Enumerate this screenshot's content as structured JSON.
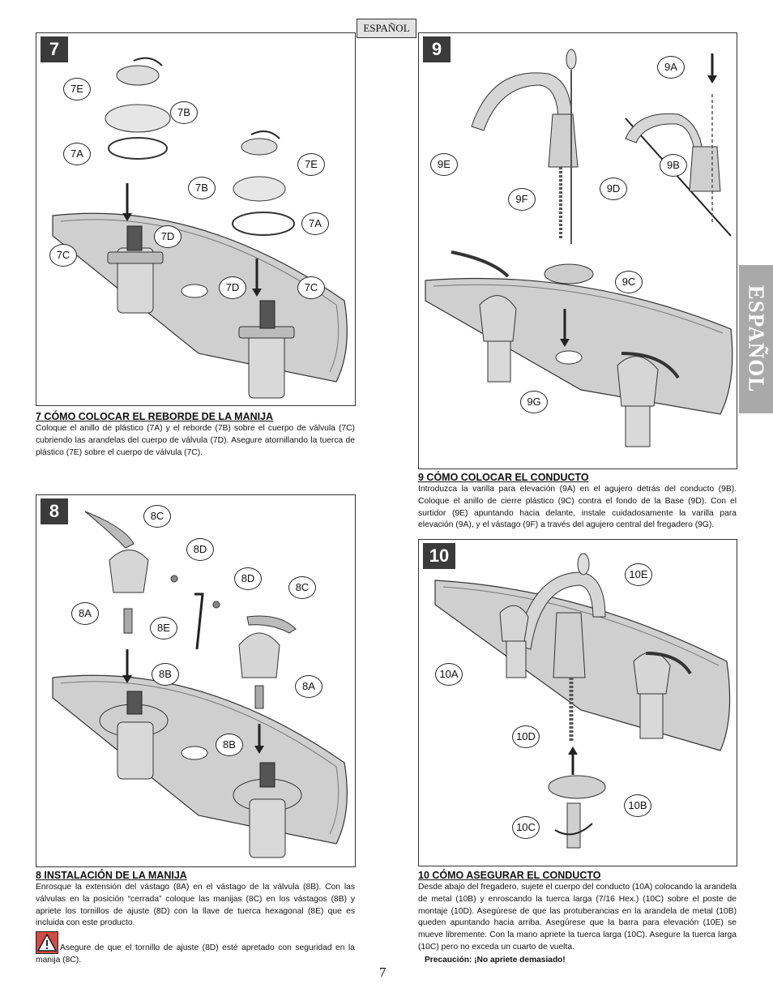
{
  "header": {
    "language_tag": "ESPAÑOL"
  },
  "side_tab": {
    "label": "ESPAÑOL"
  },
  "page_number": "7",
  "steps": {
    "s7": {
      "number": "7",
      "heading": "7  CÓMO COLOCAR EL REBORDE DE LA MANIJA",
      "body": "Coloque el anillo de plástico (7A) y el reborde (7B) sobre el cuerpo de válvula (7C) cubriendo las arandelas del cuerpo de válvula (7D). Asegure atornillando la tuerca de plástico (7E) sobre el cuerpo de válvula (7C).",
      "callouts": [
        "7E",
        "7B",
        "7A",
        "7C",
        "7D",
        "7E",
        "7B",
        "7A",
        "7D",
        "7C"
      ]
    },
    "s8": {
      "number": "8",
      "heading": "8  INSTALACIÓN DE LA MANIJA",
      "body": "Enrosque la extensión del vástago (8A) en el vástago de la válvula (8B). Con las válvulas en la posición “cerrada” coloque las manijas (8C) en los vástagos (8B) y apriete los tornillos de ajuste (8D) con la llave de tuerca hexagonal (8E) que es incluida con este producto.",
      "warning": "Asegure de que el tornillo de ajuste (8D) esté apretado con seguridad en la manija (8C).",
      "callouts": [
        "8C",
        "8D",
        "8D",
        "8C",
        "8A",
        "8E",
        "8B",
        "8A",
        "8B"
      ]
    },
    "s9": {
      "number": "9",
      "heading": "9  CÓMO COLOCAR EL CONDUCTO",
      "body": "Introduzca la varilla para elevación (9A) en el agujero detrás del conducto (9B). Coloque el anillo de cierre plástico (9C) contra el fondo de la Base (9D). Con el surtidor (9E) apuntando hacia delante, instale cuidadosamente la varilla para elevación (9A), y el vástago (9F) a través del agujero central del fregadero (9G).",
      "callouts": [
        "9A",
        "9E",
        "9B",
        "9D",
        "9F",
        "9C",
        "9G"
      ]
    },
    "s10": {
      "number": "10",
      "heading": "10  CÓMO ASEGURAR EL CONDUCTO",
      "body": "Desde abajo del fregadero, sujete el cuerpo del conducto (10A) colocando la arandela de metal (10B) y enroscando la tuerca larga (7/16 Hex.) (10C) sobre el poste de montaje (10D). Asegúrese de que las protuberancias en la arandela de metal (10B) queden apuntando hacia arriba. Asegúrese que la barra para elevación (10E) se mueve libremente. Con la mano apriete la tuerca larga (10C). Asegure la tuerca larga (10C) pero no exceda un cuarto de vuelta.",
      "caution": "Precaución: ¡No apriete demasiado!",
      "callouts": [
        "10E",
        "10A",
        "10D",
        "10B",
        "10C"
      ]
    }
  }
}
